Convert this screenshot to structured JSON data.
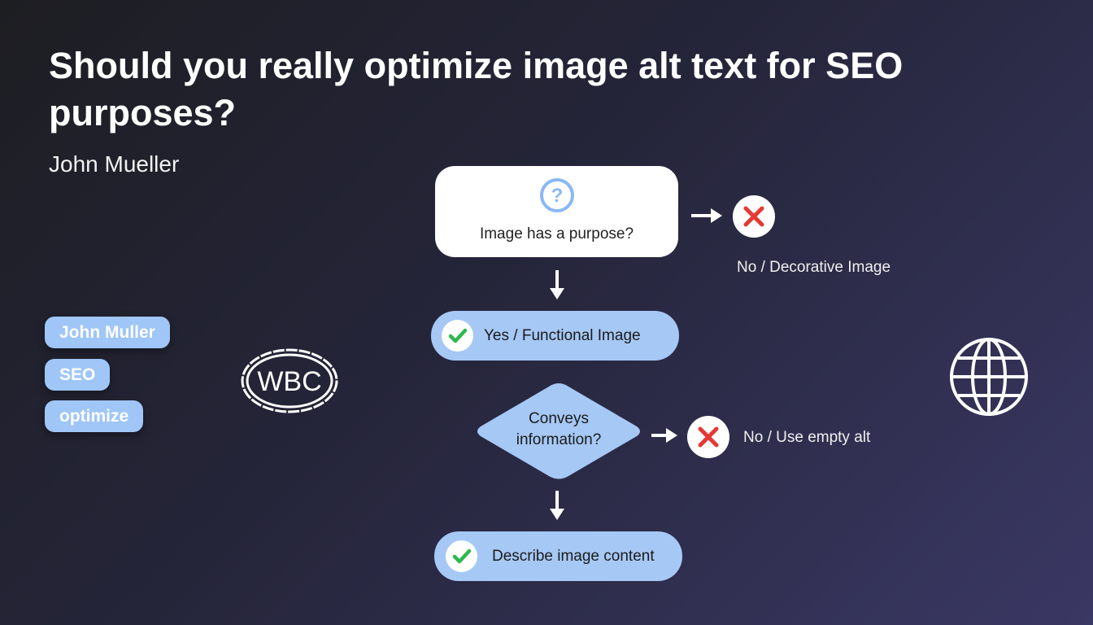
{
  "title": "Should you really optimize image alt text for SEO purposes?",
  "subtitle": "John Mueller",
  "tags": [
    "John Muller",
    "SEO",
    "optimize"
  ],
  "logo": "WBC",
  "flow": {
    "question": "Image has a purpose?",
    "no_decorative": "No / Decorative Image",
    "yes_functional": "Yes / Functional Image",
    "decision": "Conveys information?",
    "decision_line1": "Conveys",
    "decision_line2": "information?",
    "no_empty": "No / Use empty alt",
    "describe": "Describe image content"
  },
  "colors": {
    "pill": "#a6c8f5",
    "check": "#2fb84f",
    "cross": "#e53935",
    "question": "#8ab8f5"
  }
}
